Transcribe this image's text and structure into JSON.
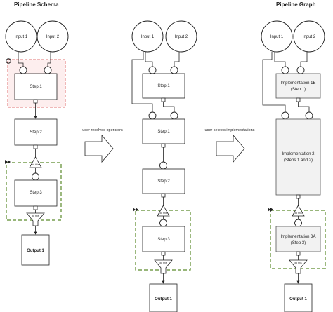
{
  "titles": {
    "schema": "Pipeline Schema",
    "graph": "Pipeline Graph"
  },
  "inputs": {
    "input1": "Input 1",
    "input2": "Input 2"
  },
  "steps": {
    "step1": "Step 1",
    "step2": "Step 2",
    "step3": "Step 3",
    "output1": "Output 1"
  },
  "implementations": {
    "impl1b_line1": "Implementation 1B",
    "impl1b_line2": "(Step 1)",
    "impl2_line1": "Implementation 2",
    "impl2_line2": "(Steps 1 and 2)",
    "impl3a_line1": "Implementation 3A",
    "impl3a_line2": "(Step 3)"
  },
  "transitions": {
    "resolve": "user resolves operators",
    "select": "user selects implementations"
  },
  "operator_labels": {
    "if_then": "do this",
    "funnel": "do this"
  }
}
